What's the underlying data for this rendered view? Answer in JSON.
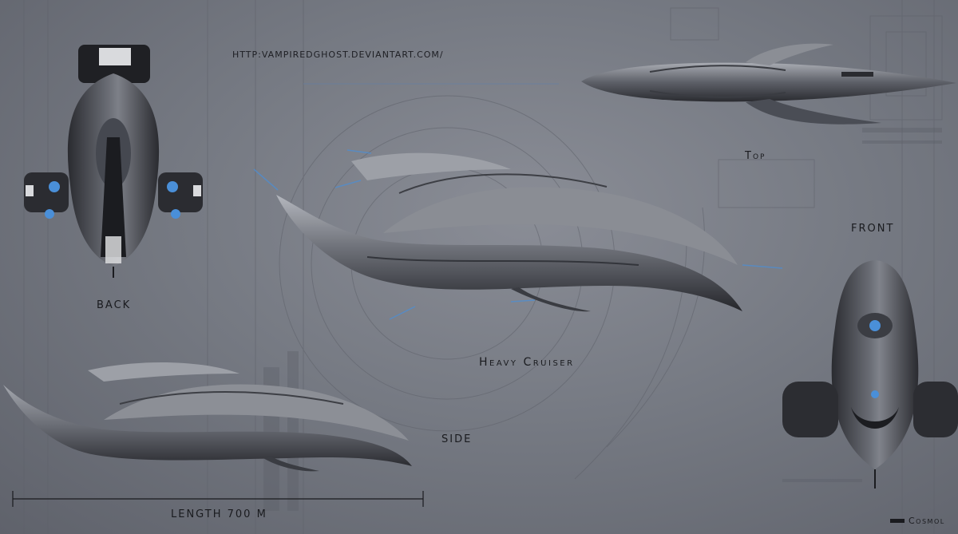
{
  "labels": {
    "url": "HTTP:VAMPIREDGHOST.DEVIANTART.COM/",
    "top": "Top",
    "front": "FRONT",
    "back": "BACK",
    "title": "Heavy Cruiser",
    "side": "SIDE",
    "length": "LENGTH 700 M",
    "credit": "Cosmol"
  },
  "colors": {
    "background": "#767a83",
    "hull_light": "#a9acb3",
    "hull_mid": "#6b6e76",
    "hull_dark": "#2a2b30",
    "engine_glow": "#4a8fd8",
    "text": "#1a1b1f"
  }
}
